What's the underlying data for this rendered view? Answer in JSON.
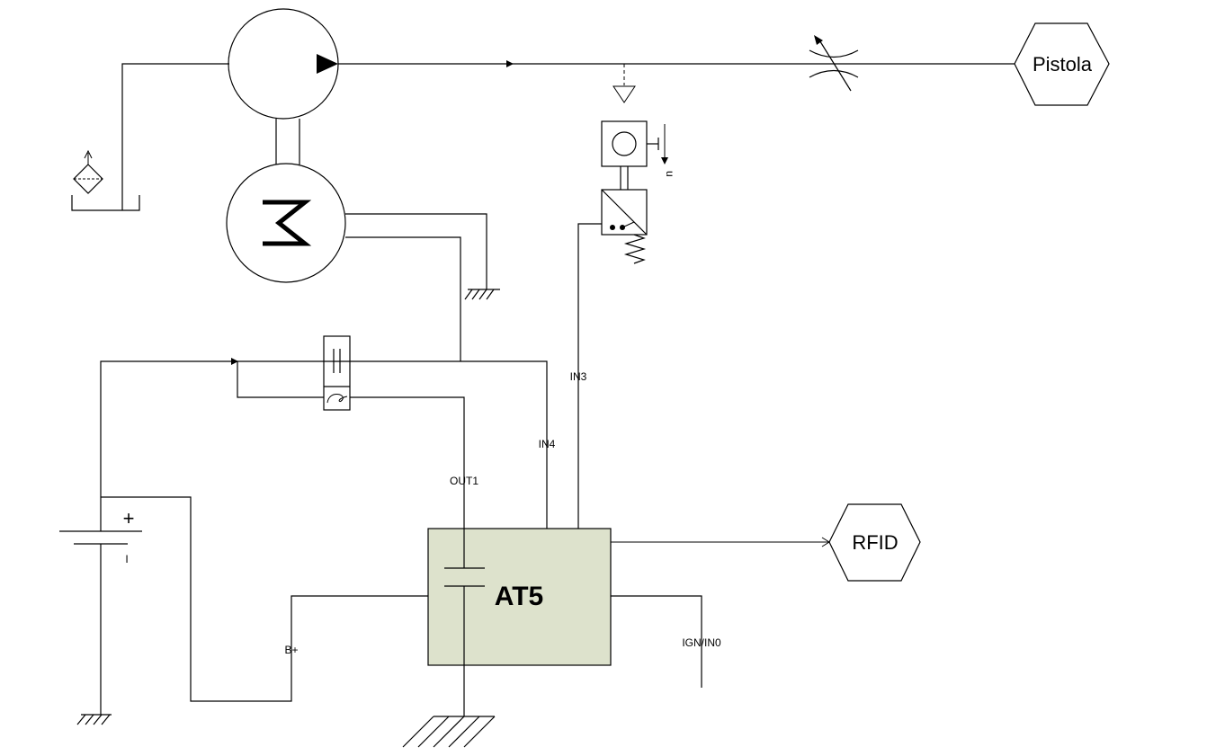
{
  "labels": {
    "pistola": "Pistola",
    "rfid": "RFID",
    "at5": "AT5",
    "in3": "IN3",
    "in4": "IN4",
    "out1": "OUT1",
    "b_plus": "B+",
    "ign_in0": "IGN/IN0",
    "battery_plus": "+",
    "battery_minus": "I",
    "sensor_letter": "u"
  },
  "colors": {
    "line": "#000000",
    "at5_fill": "#dde2cc",
    "background": "#ffffff"
  },
  "icons": {
    "pump": "pump-icon",
    "motor": "motor-icon",
    "filter": "filter-icon",
    "throttle": "adjustable-throttle-icon",
    "pressure_switch": "pressure-switch-icon",
    "relay": "relay-icon",
    "battery": "battery-icon",
    "ground": "ground-icon"
  }
}
